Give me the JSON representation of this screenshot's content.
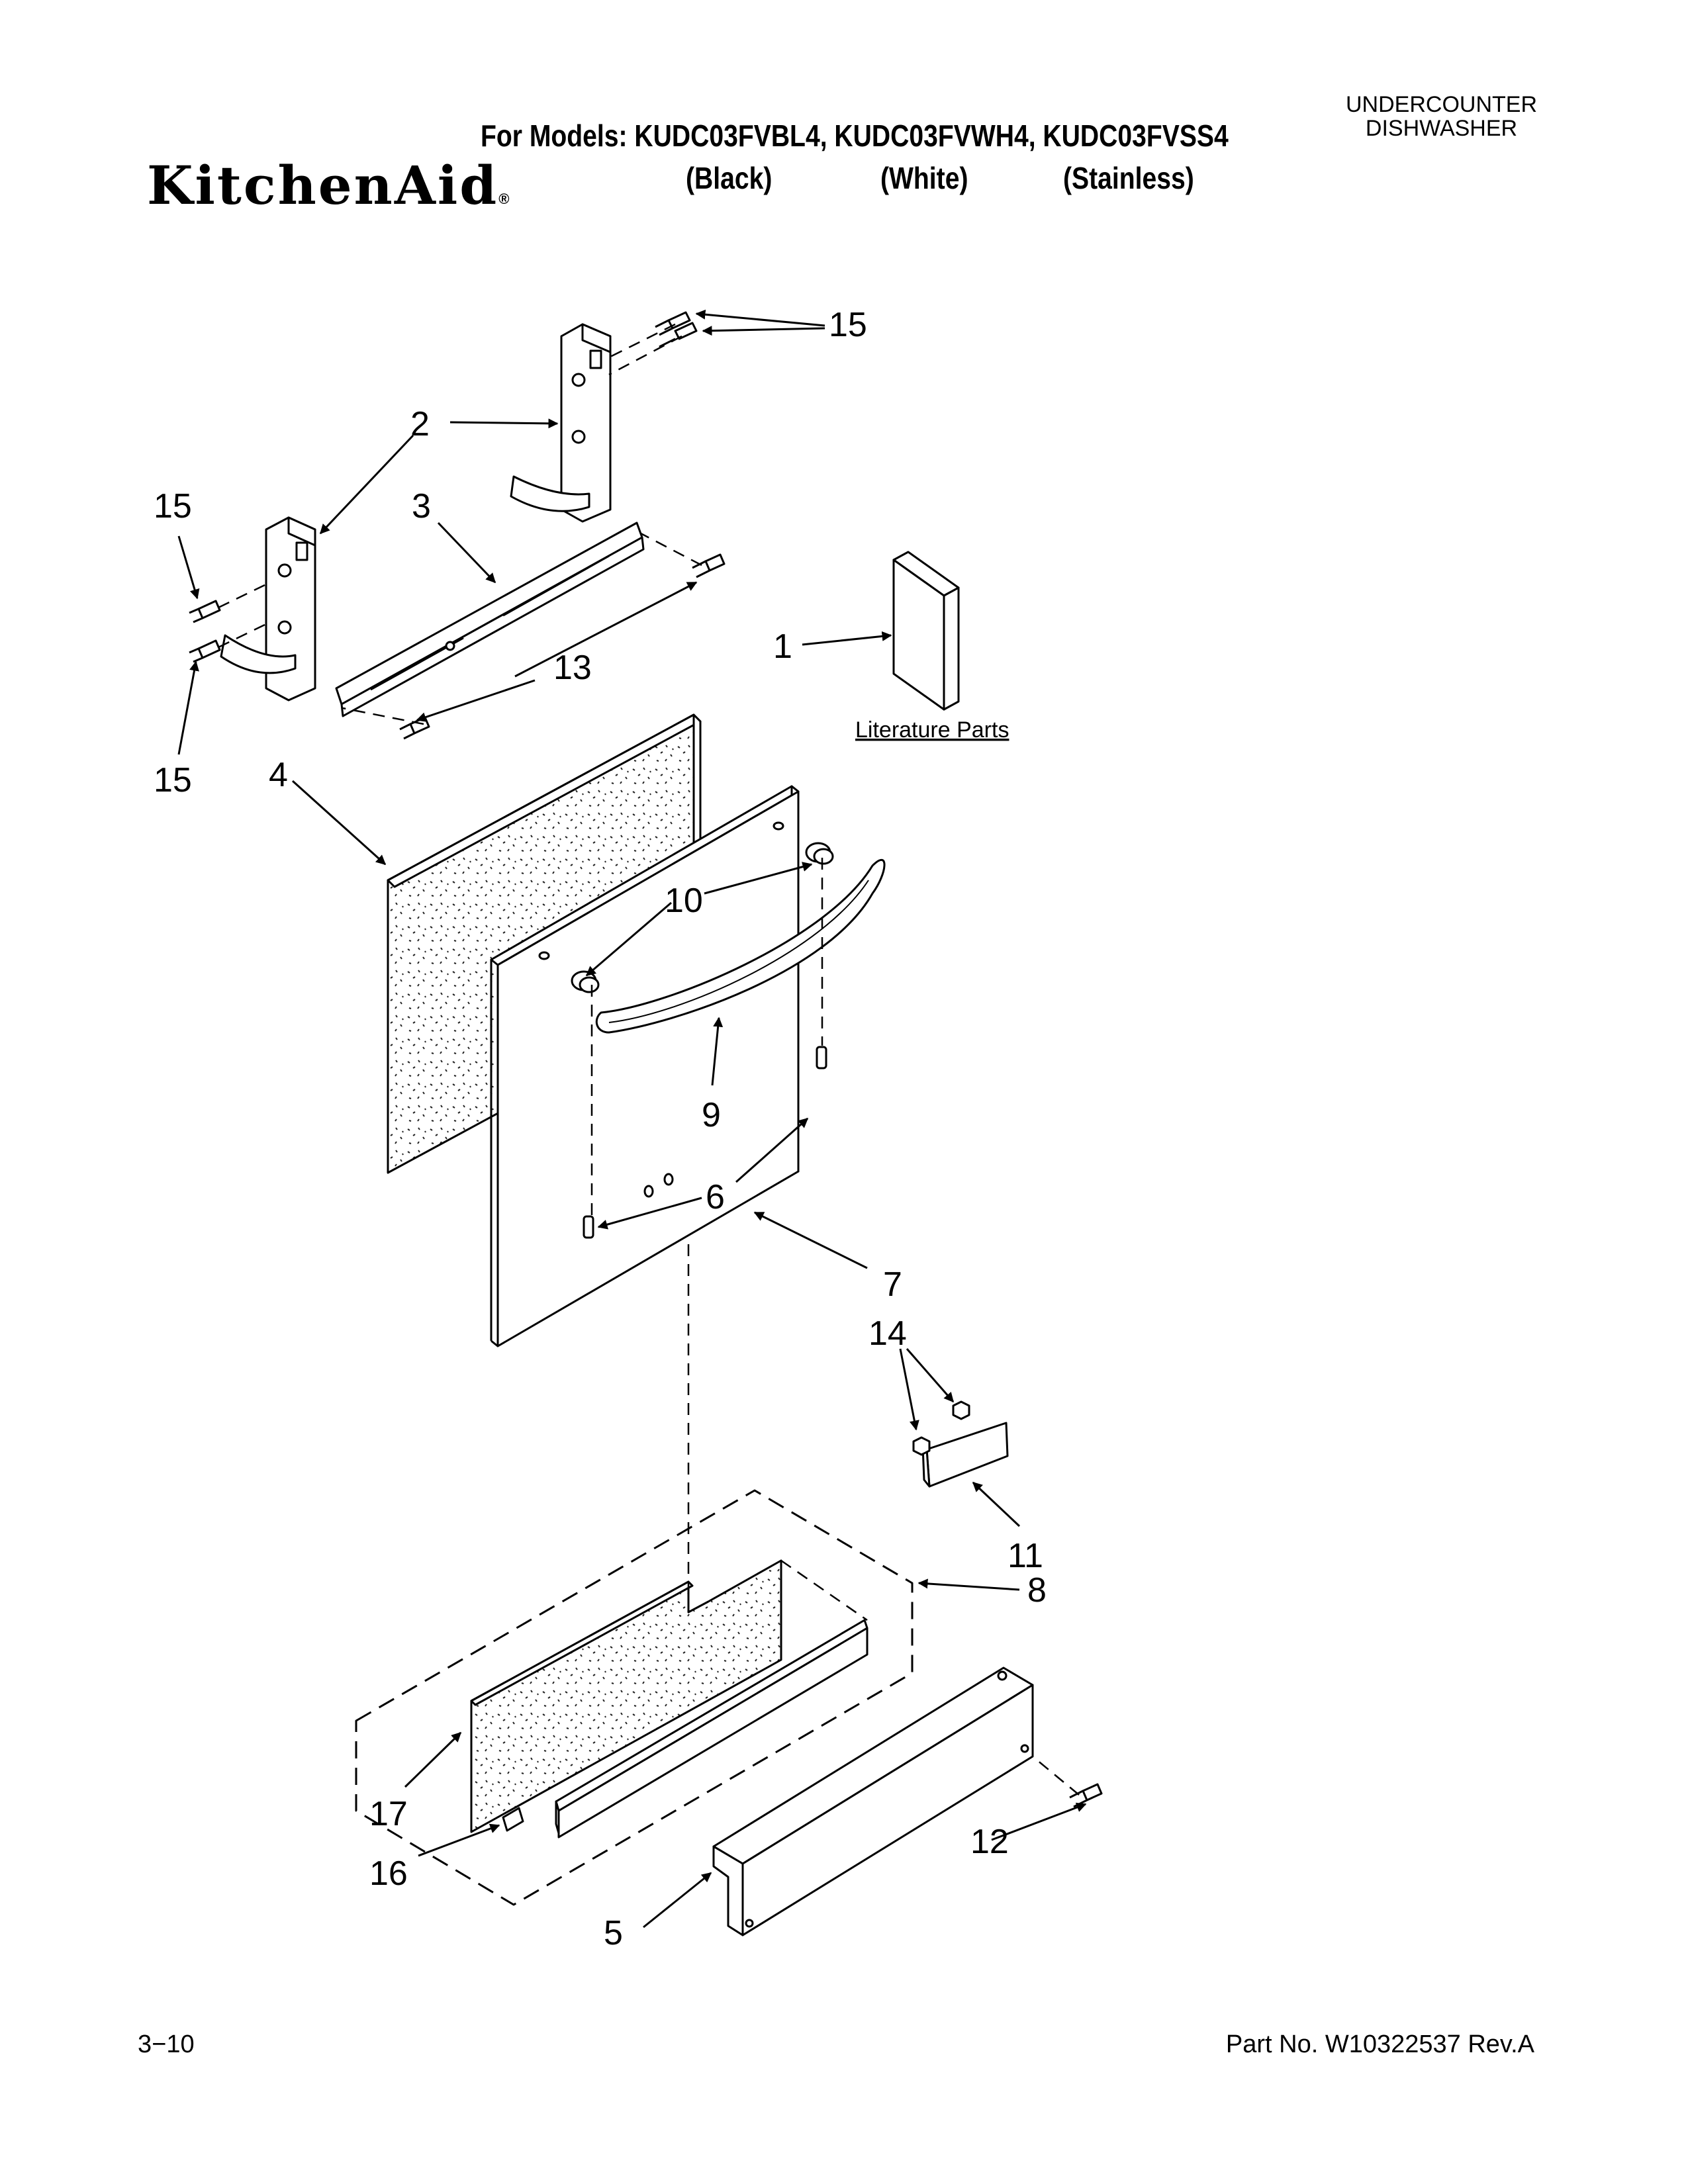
{
  "header": {
    "brand": "KitchenAid",
    "models_label": "For Models: KUDC03FVBL4, KUDC03FVWH4, KUDC03FVSS4",
    "variants": [
      "(Black)",
      "(White)",
      "(Stainless)"
    ],
    "category_line1": "UNDERCOUNTER",
    "category_line2": "DISHWASHER"
  },
  "diagram": {
    "literature_label": "Literature Parts",
    "callouts": {
      "c1": "1",
      "c2": "2",
      "c3": "3",
      "c4": "4",
      "c5": "5",
      "c6": "6",
      "c7": "7",
      "c8": "8",
      "c9": "9",
      "c10": "10",
      "c11": "11",
      "c12": "12",
      "c13": "13",
      "c14": "14",
      "c15a": "15",
      "c15b": "15",
      "c15c": "15",
      "c16": "16",
      "c17": "17"
    }
  },
  "footer": {
    "page": "3−10",
    "part_no": "Part No. W10322537 Rev.A"
  }
}
